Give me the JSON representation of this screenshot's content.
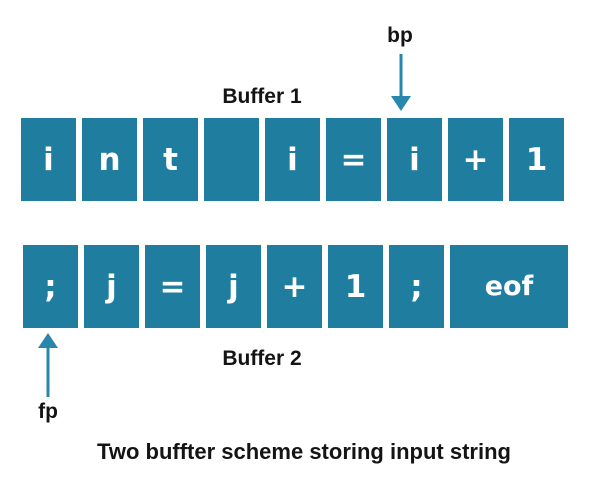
{
  "diagram": {
    "caption": "Two buffter scheme storing input string",
    "pointer_top": {
      "label": "bp"
    },
    "pointer_bottom": {
      "label": "fp"
    },
    "buffer1": {
      "label": "Buffer 1",
      "cells": [
        "i",
        "n",
        "t",
        "",
        "i",
        "=",
        "i",
        "+",
        "1"
      ]
    },
    "buffer2": {
      "label": "Buffer 2",
      "cells": [
        ";",
        "j",
        "=",
        "j",
        "+",
        "1",
        ";",
        "eof"
      ]
    },
    "colors": {
      "cell_fill": "#1f7e9f",
      "cell_text": "#ffffff",
      "arrow": "#2987ad",
      "label_text": "#141414",
      "background": "#ffffff"
    }
  }
}
